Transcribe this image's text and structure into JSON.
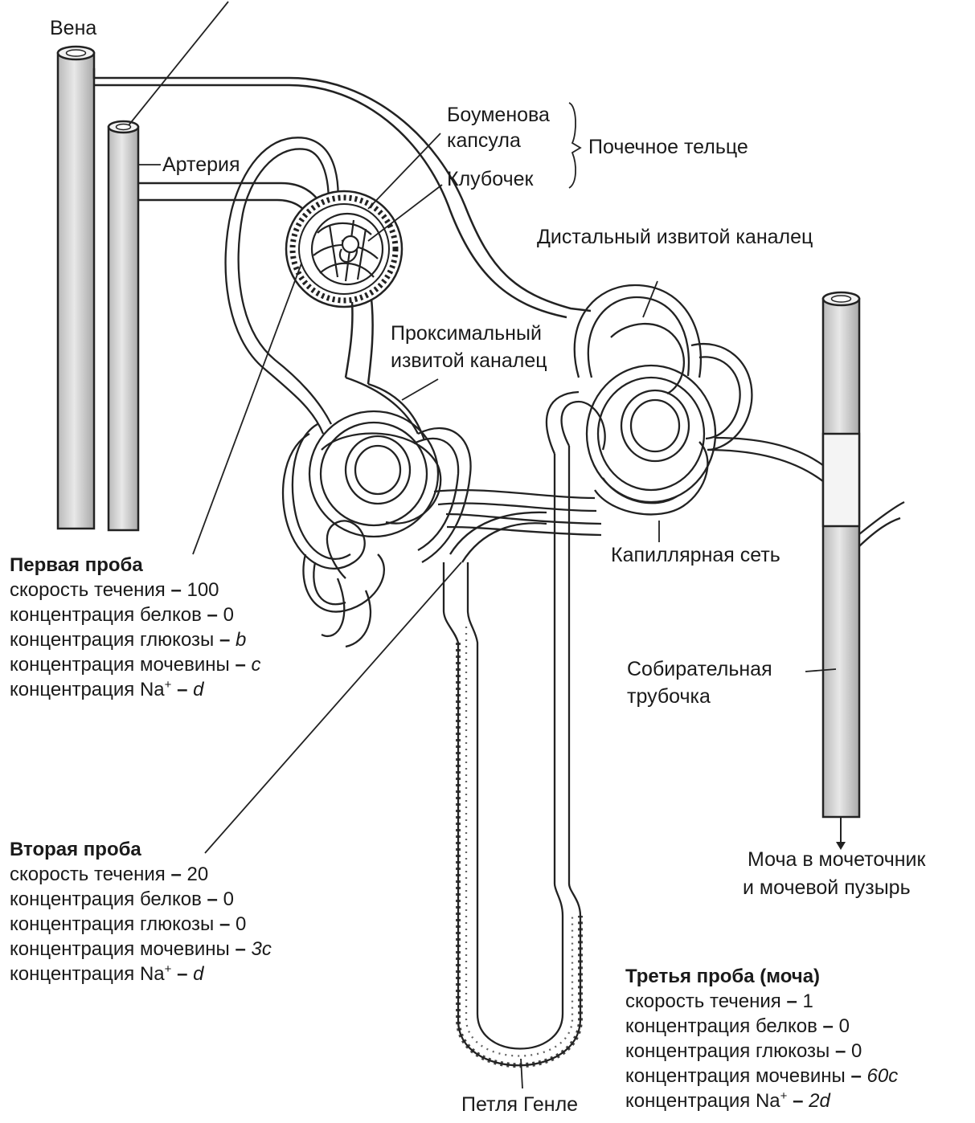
{
  "labels": {
    "vein": "Вена",
    "artery": "Артерия",
    "bowman": "Боуменова",
    "capsule": "капсула",
    "glomerulus": "Клубочек",
    "renal_body": "Почечное тельце",
    "distal": "Дистальный извитой каналец",
    "proximal_1": "Проксимальный",
    "proximal_2": "извитой каналец",
    "capillary": "Капиллярная сеть",
    "collecting_1": "Собирательная",
    "collecting_2": "трубочка",
    "urine_1": "Моча в мочеточник",
    "urine_2": "и мочевой пузырь",
    "henle": "Петля Генле"
  },
  "samples": [
    {
      "title": "Первая проба",
      "rows": [
        {
          "label": "скорость течения",
          "dash": "–",
          "value": "100",
          "italic": false
        },
        {
          "label": "концентрация белков",
          "dash": "–",
          "value": "0",
          "italic": false
        },
        {
          "label": "концентрация глюкозы",
          "dash": "–",
          "value": "b",
          "italic": true
        },
        {
          "label": "концентрация мочевины",
          "dash": "–",
          "value": "c",
          "italic": true
        },
        {
          "label": "концентрация Na",
          "sup": "+",
          "dash": "–",
          "value": "d",
          "italic": true
        }
      ]
    },
    {
      "title": "Вторая проба",
      "rows": [
        {
          "label": "скорость течения",
          "dash": "–",
          "value": "20",
          "italic": false
        },
        {
          "label": "концентрация белков",
          "dash": "–",
          "value": "0",
          "italic": false
        },
        {
          "label": "концентрация глюкозы",
          "dash": "–",
          "value": "0",
          "italic": false
        },
        {
          "label": "концентрация мочевины",
          "dash": "–",
          "value": "3c",
          "italic": true
        },
        {
          "label": "концентрация Na",
          "sup": "+",
          "dash": "–",
          "value": "d",
          "italic": true
        }
      ]
    },
    {
      "title": "Третья проба (моча)",
      "rows": [
        {
          "label": "скорость течения",
          "dash": "–",
          "value": "1",
          "italic": false
        },
        {
          "label": "концентрация белков",
          "dash": "–",
          "value": "0",
          "italic": false
        },
        {
          "label": "концентрация глюкозы",
          "dash": "–",
          "value": "0",
          "italic": false
        },
        {
          "label": "концентрация мочевины",
          "dash": "–",
          "value": "60c",
          "italic": true
        },
        {
          "label": "концентрация Na",
          "sup": "+",
          "dash": "–",
          "value": "2d",
          "italic": true
        }
      ]
    }
  ]
}
